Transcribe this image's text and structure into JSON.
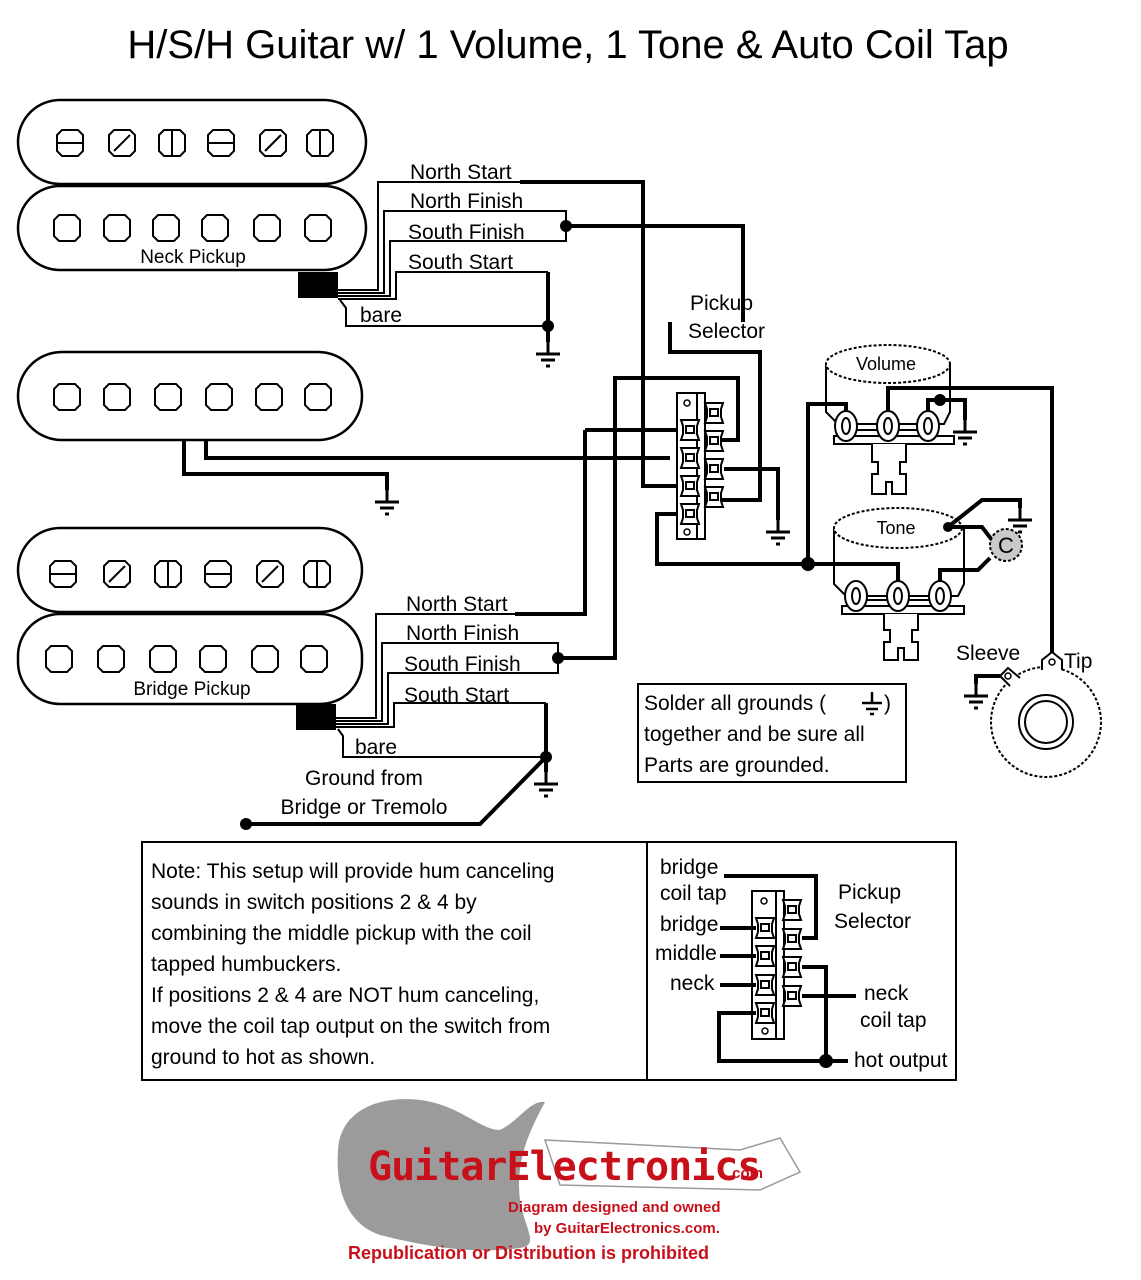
{
  "title": "H/S/H Guitar w/ 1 Volume, 1 Tone & Auto Coil Tap",
  "neck_pickup": {
    "label": "Neck Pickup",
    "wires": [
      "North Start",
      "North Finish",
      "South Finish",
      "South Start",
      "bare"
    ]
  },
  "bridge_pickup": {
    "label": "Bridge Pickup",
    "wires": [
      "North Start",
      "North Finish",
      "South Finish",
      "South Start",
      "bare"
    ]
  },
  "selector": {
    "label_line1": "Pickup",
    "label_line2": "Selector"
  },
  "volume": {
    "label": "Volume"
  },
  "tone": {
    "label": "Tone",
    "cap_label": "C"
  },
  "jack": {
    "sleeve": "Sleeve",
    "tip": "Tip"
  },
  "bridge_ground": {
    "line1": "Ground from",
    "line2": "Bridge or Tremolo"
  },
  "solder_note": {
    "line1": "Solder all  grounds (",
    "line1_end": ")",
    "line2": "together and be sure all",
    "line3": "Parts are grounded."
  },
  "note": {
    "lines": [
      "Note: This setup will provide hum canceling",
      "sounds in switch positions 2 & 4 by",
      "combining the middle pickup with the coil",
      "tapped humbuckers.",
      "If positions 2 & 4 are NOT hum canceling,",
      "move the coil tap output on the switch from",
      "ground to hot as shown."
    ]
  },
  "inset": {
    "selector_line1": "Pickup",
    "selector_line2": "Selector",
    "bridge_coil_tap_1": "bridge",
    "bridge_coil_tap_2": "coil tap",
    "bridge": "bridge",
    "middle": "middle",
    "neck": "neck",
    "neck_coil_tap_1": "neck",
    "neck_coil_tap_2": "coil tap",
    "hot_output": "hot output"
  },
  "logo": {
    "brand": "GuitarElectronics",
    "tld": ".com",
    "line1": "Diagram designed and owned",
    "line2": "by GuitarElectronics.com.",
    "line3": "Republication or Distribution is prohibited"
  },
  "colors": {
    "ink": "#000000",
    "brand_red": "#c8101a",
    "logo_gray": "#8a8a8a",
    "cap_fill": "#c9c9c9"
  }
}
